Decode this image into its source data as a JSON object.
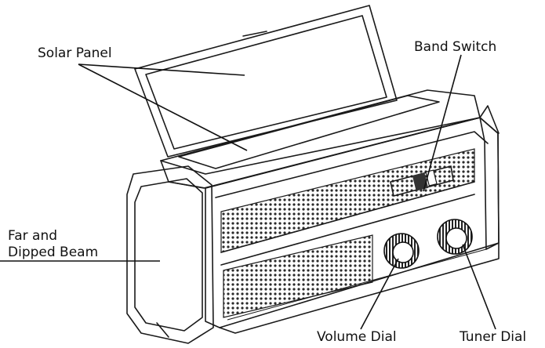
{
  "diagram": {
    "labels": {
      "solar_panel": "Solar Panel",
      "band_switch": "Band Switch",
      "beam_line1": "Far and",
      "beam_line2": "Dipped Beam",
      "volume_dial": "Volume Dial",
      "tuner_dial": "Tuner Dial"
    },
    "colors": {
      "line": "#1a1a1a",
      "grille_dot": "#2a2a2a",
      "background": "#ffffff"
    }
  }
}
